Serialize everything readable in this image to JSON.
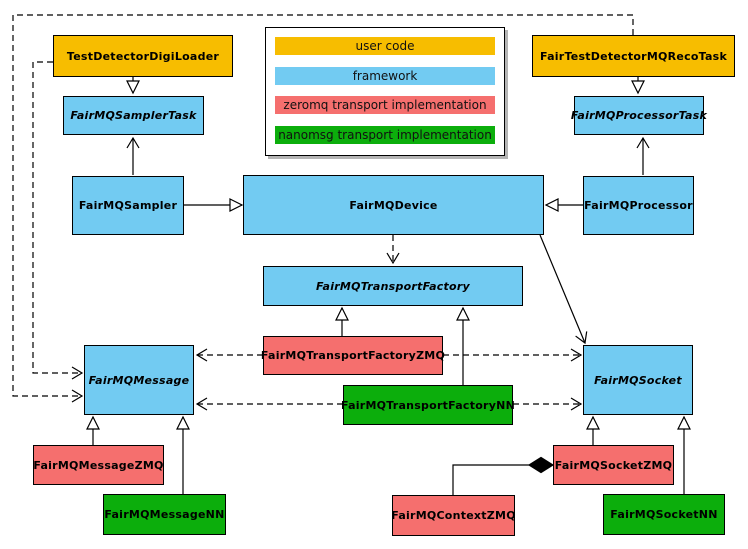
{
  "palette": {
    "user_code": "#F7BD00",
    "framework": "#72CBF2",
    "zeromq": "#F56F6E",
    "nanomsg": "#0CAE0C"
  },
  "legend": {
    "items": [
      {
        "label": "user code",
        "color": "#F7BD00"
      },
      {
        "label": "framework",
        "color": "#72CBF2"
      },
      {
        "label": "zeromq transport implementation",
        "color": "#F56F6E"
      },
      {
        "label": "nanomsg transport implementation",
        "color": "#0CAE0C"
      }
    ]
  },
  "nodes": {
    "test_detector_digi_loader": {
      "label": "TestDetectorDigiLoader",
      "category": "user code",
      "abstract": false
    },
    "fair_test_detector_mq_reco_task": {
      "label": "FairTestDetectorMQRecoTask",
      "category": "user code",
      "abstract": false
    },
    "fair_mq_sampler_task": {
      "label": "FairMQSamplerTask",
      "category": "framework",
      "abstract": true
    },
    "fair_mq_processor_task": {
      "label": "FairMQProcessorTask",
      "category": "framework",
      "abstract": true
    },
    "fair_mq_sampler": {
      "label": "FairMQSampler",
      "category": "framework",
      "abstract": false
    },
    "fair_mq_device": {
      "label": "FairMQDevice",
      "category": "framework",
      "abstract": false
    },
    "fair_mq_processor": {
      "label": "FairMQProcessor",
      "category": "framework",
      "abstract": false
    },
    "fair_mq_transport_factory": {
      "label": "FairMQTransportFactory",
      "category": "framework",
      "abstract": true
    },
    "fair_mq_message": {
      "label": "FairMQMessage",
      "category": "framework",
      "abstract": true
    },
    "fair_mq_socket": {
      "label": "FairMQSocket",
      "category": "framework",
      "abstract": true
    },
    "fair_mq_transport_factory_zmq": {
      "label": "FairMQTransportFactoryZMQ",
      "category": "zeromq",
      "abstract": false
    },
    "fair_mq_transport_factory_nn": {
      "label": "FairMQTransportFactoryNN",
      "category": "nanomsg",
      "abstract": false
    },
    "fair_mq_message_zmq": {
      "label": "FairMQMessageZMQ",
      "category": "zeromq",
      "abstract": false
    },
    "fair_mq_message_nn": {
      "label": "FairMQMessageNN",
      "category": "nanomsg",
      "abstract": false
    },
    "fair_mq_context_zmq": {
      "label": "FairMQContextZMQ",
      "category": "zeromq",
      "abstract": false
    },
    "fair_mq_socket_zmq": {
      "label": "FairMQSocketZMQ",
      "category": "zeromq",
      "abstract": false
    },
    "fair_mq_socket_nn": {
      "label": "FairMQSocketNN",
      "category": "nanomsg",
      "abstract": false
    }
  },
  "edges": [
    {
      "from": "TestDetectorDigiLoader",
      "to": "FairMQSamplerTask",
      "relation": "inherits"
    },
    {
      "from": "FairTestDetectorMQRecoTask",
      "to": "FairMQProcessorTask",
      "relation": "inherits"
    },
    {
      "from": "FairMQSampler",
      "to": "FairMQSamplerTask",
      "relation": "uses"
    },
    {
      "from": "FairMQProcessor",
      "to": "FairMQProcessorTask",
      "relation": "uses"
    },
    {
      "from": "FairMQSampler",
      "to": "FairMQDevice",
      "relation": "inherits"
    },
    {
      "from": "FairMQProcessor",
      "to": "FairMQDevice",
      "relation": "inherits"
    },
    {
      "from": "FairMQDevice",
      "to": "FairMQTransportFactory",
      "relation": "depends"
    },
    {
      "from": "FairMQDevice",
      "to": "FairMQSocket",
      "relation": "uses"
    },
    {
      "from": "FairMQTransportFactoryZMQ",
      "to": "FairMQTransportFactory",
      "relation": "inherits"
    },
    {
      "from": "FairMQTransportFactoryNN",
      "to": "FairMQTransportFactory",
      "relation": "inherits"
    },
    {
      "from": "FairMQTransportFactoryZMQ",
      "to": "FairMQMessage",
      "relation": "depends"
    },
    {
      "from": "FairMQTransportFactoryZMQ",
      "to": "FairMQSocket",
      "relation": "depends"
    },
    {
      "from": "FairMQTransportFactoryNN",
      "to": "FairMQMessage",
      "relation": "depends"
    },
    {
      "from": "FairMQTransportFactoryNN",
      "to": "FairMQSocket",
      "relation": "depends"
    },
    {
      "from": "TestDetectorDigiLoader",
      "to": "FairMQMessage",
      "relation": "depends"
    },
    {
      "from": "FairTestDetectorMQRecoTask",
      "to": "FairMQMessage",
      "relation": "depends"
    },
    {
      "from": "FairMQMessageZMQ",
      "to": "FairMQMessage",
      "relation": "inherits"
    },
    {
      "from": "FairMQMessageNN",
      "to": "FairMQMessage",
      "relation": "inherits"
    },
    {
      "from": "FairMQSocketZMQ",
      "to": "FairMQSocket",
      "relation": "inherits"
    },
    {
      "from": "FairMQSocketNN",
      "to": "FairMQSocket",
      "relation": "inherits"
    },
    {
      "from": "FairMQSocketZMQ",
      "to": "FairMQContextZMQ",
      "relation": "aggregates"
    }
  ]
}
